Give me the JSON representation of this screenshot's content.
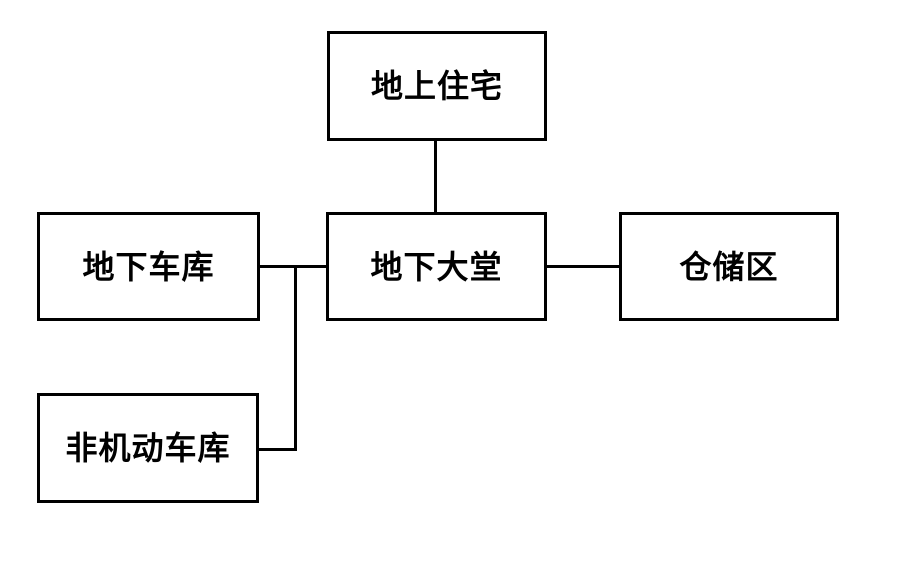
{
  "diagram": {
    "type": "flowchart",
    "title": "",
    "background_color": "#ffffff",
    "line_color": "#000000",
    "border_color": "#000000",
    "text_color": "#000000",
    "nodes": [
      {
        "id": "above-ground",
        "label": "地上住宅"
      },
      {
        "id": "under-garage",
        "label": "地下车库"
      },
      {
        "id": "under-lobby",
        "label": "地下大堂"
      },
      {
        "id": "storage",
        "label": "仓储区"
      },
      {
        "id": "nonmotor",
        "label": "非机动车库"
      }
    ],
    "edges": [
      {
        "id": "above-to-lobby",
        "from": "above-ground",
        "to": "under-lobby",
        "style": "straight-vertical"
      },
      {
        "id": "lobby-to-storage",
        "from": "under-lobby",
        "to": "storage",
        "style": "straight-horizontal"
      },
      {
        "id": "garage-to-lobby",
        "from": "under-garage",
        "to": "under-lobby",
        "style": "straight-horizontal"
      },
      {
        "id": "nonmotor-to-lobby",
        "from": "nonmotor",
        "to": "under-lobby",
        "style": "elbow-via-trunk"
      }
    ]
  }
}
